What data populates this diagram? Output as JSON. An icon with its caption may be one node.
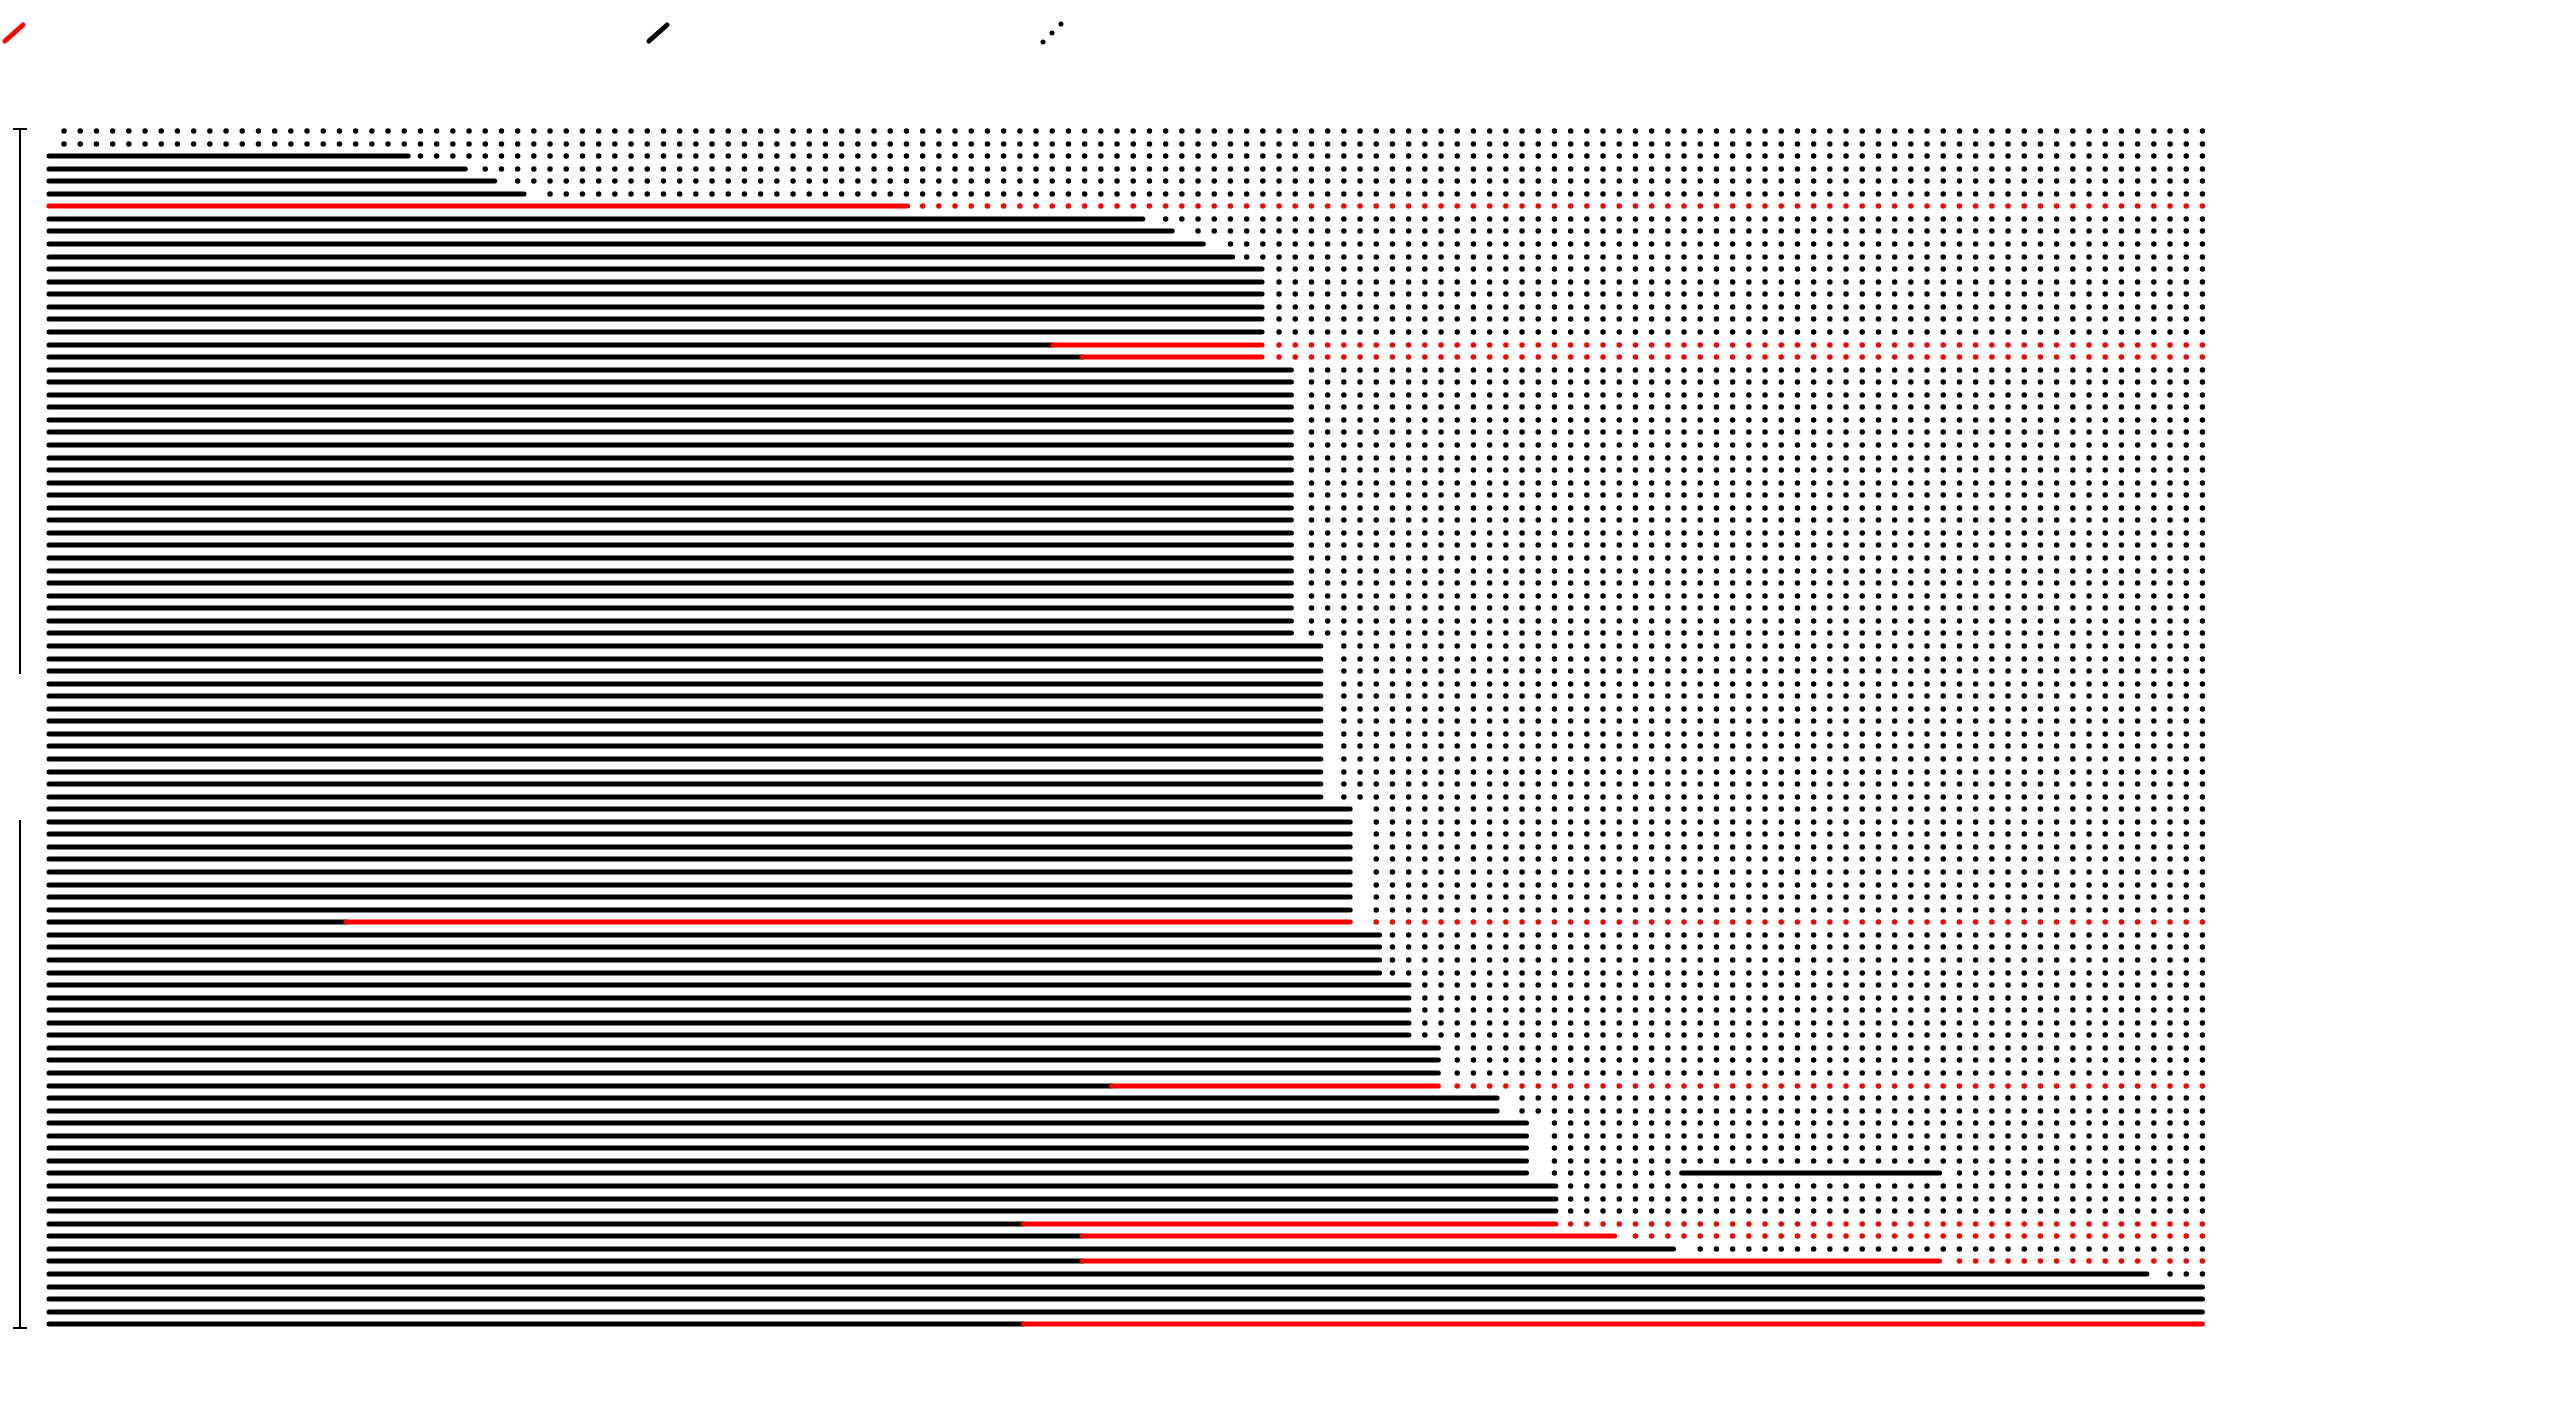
{
  "diagram": {
    "nodes": [
      {
        "text": [],
        "shape": "bar"
      },
      {
        "text": [],
        "shape": "bar"
      },
      {
        "text": [],
        "shape": "bar"
      },
      {
        "text": [],
        "shape": "bar"
      },
      {
        "text": [],
        "shape": "bar"
      },
      {
        "text": [],
        "shape": "bar"
      },
      {
        "text": [],
        "shape": "bar"
      },
      {
        "text": [],
        "shape": "bar"
      },
      {
        "text": [],
        "shape": "bar"
      },
      {
        "text": [],
        "shape": "bar"
      },
      {
        "text": [],
        "shape": "bar"
      },
      {
        "text": [],
        "shape": "bar"
      },
      {
        "text": [],
        "shape": "bar"
      },
      {
        "text": [],
        "shape": "bar"
      },
      {
        "text": [],
        "shape": "bar"
      },
      {
        "text": [],
        "shape": "bar"
      },
      {
        "text": [],
        "shape": "bar"
      },
      {
        "text": [],
        "shape": "bar"
      },
      {
        "text": [],
        "shape": "bar"
      },
      {
        "text": [],
        "shape": "bar"
      },
      {
        "text": [],
        "shape": "bar"
      },
      {
        "text": [],
        "shape": "bar"
      },
      {
        "text": [],
        "shape": "bar"
      },
      {
        "text": [],
        "shape": "bar"
      },
      {
        "text": [],
        "shape": "bar"
      },
      {
        "text": [],
        "shape": "bar"
      },
      {
        "text": [],
        "shape": "bar"
      },
      {
        "text": [],
        "shape": "bar"
      },
      {
        "text": [],
        "shape": "bar"
      },
      {
        "text": [],
        "shape": "bar"
      },
      {
        "text": [],
        "shape": "bar"
      },
      {
        "text": [],
        "shape": "bar"
      },
      {
        "text": [],
        "shape": "bar"
      },
      {
        "text": [],
        "shape": "bar"
      },
      {
        "text": [],
        "shape": "bar"
      },
      {
        "text": [],
        "shape": "bar"
      },
      {
        "text": [],
        "shape": "bar"
      },
      {
        "text": [],
        "shape": "bar"
      },
      {
        "text": [],
        "shape": "bar"
      },
      {
        "text": [],
        "shape": "bar"
      },
      {
        "text": [],
        "shape": "bar"
      },
      {
        "text": [],
        "shape": "bar"
      },
      {
        "text": [],
        "shape": "bar"
      },
      {
        "text": [],
        "shape": "bar"
      },
      {
        "text": [],
        "shape": "bar"
      },
      {
        "text": [],
        "shape": "bar"
      },
      {
        "text": [],
        "shape": "bar"
      },
      {
        "text": [],
        "shape": "bar"
      },
      {
        "text": [],
        "shape": "bar"
      },
      {
        "text": [],
        "shape": "bar"
      },
      {
        "text": [],
        "shape": "bar"
      },
      {
        "text": [],
        "shape": "bar"
      },
      {
        "text": [],
        "shape": "bar"
      },
      {
        "text": [],
        "shape": "bar"
      },
      {
        "text": [],
        "shape": "bar"
      },
      {
        "text": [],
        "shape": "bar"
      },
      {
        "text": [],
        "shape": "bar"
      },
      {
        "text": [],
        "shape": "bar"
      },
      {
        "text": [],
        "shape": "bar"
      },
      {
        "text": [],
        "shape": "bar"
      },
      {
        "text": [],
        "shape": "bar"
      },
      {
        "text": [],
        "shape": "bar"
      },
      {
        "text": [],
        "shape": "bar"
      },
      {
        "text": [],
        "shape": "bar"
      },
      {
        "text": [],
        "shape": "bar"
      },
      {
        "text": [],
        "shape": "bar"
      },
      {
        "text": [],
        "shape": "bar"
      },
      {
        "text": [],
        "shape": "bar"
      },
      {
        "text": [],
        "shape": "bar"
      },
      {
        "text": [],
        "shape": "bar"
      },
      {
        "text": [],
        "shape": "bar"
      },
      {
        "text": [],
        "shape": "bar"
      },
      {
        "text": [],
        "shape": "bar"
      },
      {
        "text": [],
        "shape": "bar"
      },
      {
        "text": [],
        "shape": "bar"
      },
      {
        "text": [],
        "shape": "bar"
      },
      {
        "text": [],
        "shape": "bar"
      },
      {
        "text": [],
        "shape": "bar"
      },
      {
        "text": [],
        "shape": "bar"
      },
      {
        "text": [],
        "shape": "bar"
      },
      {
        "text": [],
        "shape": "bar"
      },
      {
        "text": [],
        "shape": "bar"
      },
      {
        "text": [],
        "shape": "bar"
      },
      {
        "text": [],
        "shape": "bar"
      },
      {
        "text": [],
        "shape": "bar"
      },
      {
        "text": [],
        "shape": "bar"
      },
      {
        "text": [],
        "shape": "bar"
      },
      {
        "text": [],
        "shape": "bar"
      },
      {
        "text": [],
        "shape": "bar"
      },
      {
        "text": [],
        "shape": "bar"
      },
      {
        "text": [],
        "shape": "bar"
      },
      {
        "text": [],
        "shape": "bar"
      },
      {
        "text": [],
        "shape": "bar"
      },
      {
        "text": [],
        "shape": "bar"
      },
      {
        "text": [],
        "shape": "bar"
      },
      {
        "text": [],
        "shape": "bar"
      }
    ]
  }
}
